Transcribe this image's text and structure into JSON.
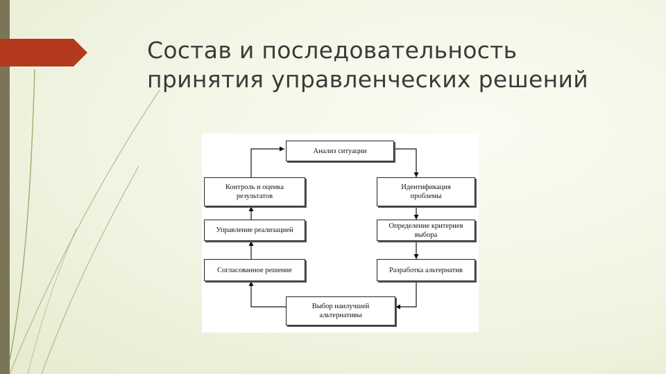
{
  "slide": {
    "title_lines": [
      "Состав и последовательность",
      "принятия управленческих решений"
    ],
    "colors": {
      "background": "#f1f4e2",
      "left_bar": "#7b7557",
      "accent_arrow": "#b33a1f",
      "decor_stroke": "#8a9a55"
    }
  },
  "diagram": {
    "nodes": {
      "analysis": "Анализ ситуации",
      "identification": "Идентификация\nпроблемы",
      "criteria": "Определение критериев\nвыбора",
      "alternatives": "Разработка альтернатив",
      "best_choice": "Выбор наилучшей\nальтернативы",
      "agreed_decision": "Согласованное решение",
      "implementation": "Управление реализацией",
      "control": "Контроль и оценка\nрезультатов"
    },
    "flow": [
      "analysis",
      "identification",
      "criteria",
      "alternatives",
      "best_choice",
      "agreed_decision",
      "implementation",
      "control",
      "analysis"
    ]
  }
}
